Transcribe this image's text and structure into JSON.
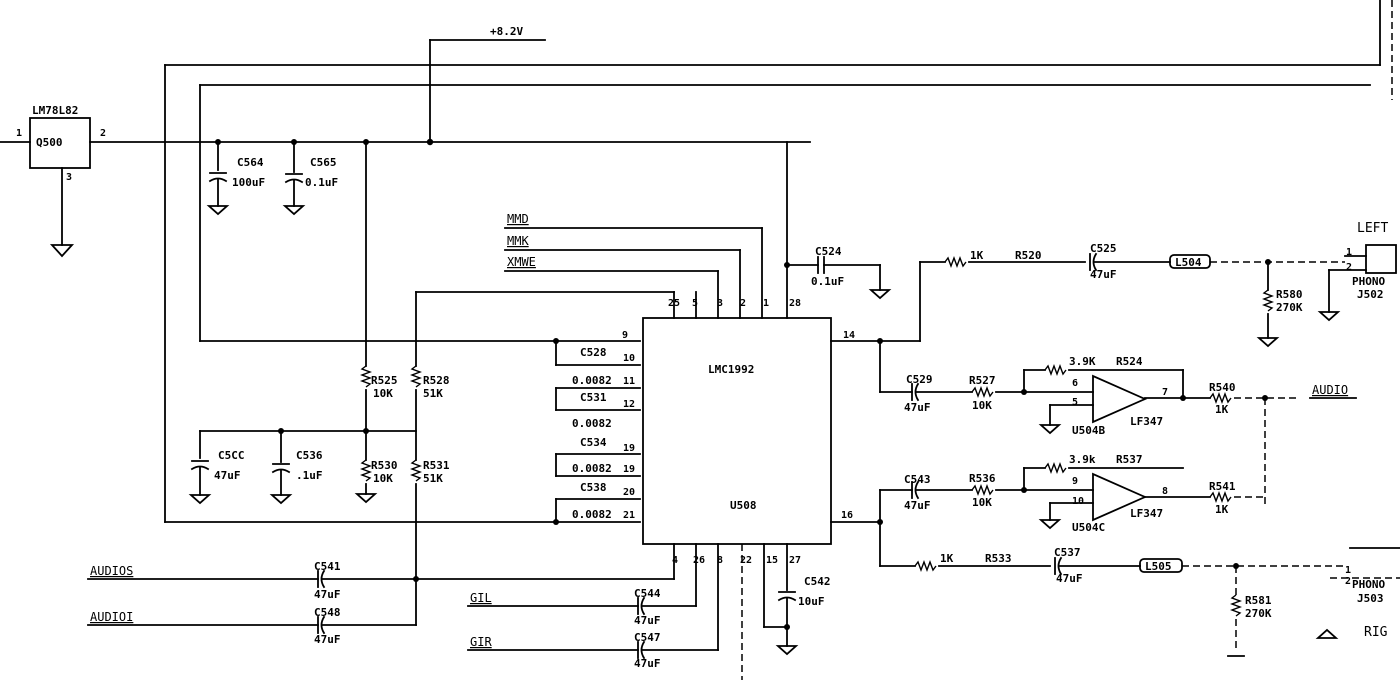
{
  "regulator": {
    "ref": "Q500",
    "part": "LM78L82",
    "pin_in": "1",
    "pin_out": "2",
    "pin_gnd": "3"
  },
  "supply_label": "+8.2V",
  "ic_main": {
    "part": "LMC1992",
    "ref": "U508"
  },
  "ic_pins": {
    "p25": "25",
    "p5": "5",
    "p3": "3",
    "p2": "2",
    "p1": "1",
    "p28": "28",
    "p9": "9",
    "p10": "10",
    "p11": "11",
    "p12": "12",
    "p19_upper": "19",
    "p19": "19",
    "p20": "20",
    "p21": "21",
    "p14": "14",
    "p16": "16",
    "p4": "4",
    "p26": "26",
    "p8": "8",
    "p22": "22",
    "p15": "15",
    "p27": "27"
  },
  "inputs": {
    "mmd": "MMD",
    "mmk": "MMK",
    "xmwe": "XMWE",
    "audio_s": "AUDIOS",
    "audio_i": "AUDIOI",
    "gil": "GIL",
    "gir": "GIR"
  },
  "components": {
    "c564": {
      "ref": "C564",
      "value": "100uF"
    },
    "c565": {
      "ref": "C565",
      "value": "0.1uF"
    },
    "c524": {
      "ref": "C524",
      "value": "0.1uF"
    },
    "c525": {
      "ref": "C525",
      "value": "47uF"
    },
    "c528": {
      "ref": "C528",
      "value": "0.0082"
    },
    "c531": {
      "ref": "C531",
      "value": "0.0082"
    },
    "c534": {
      "ref": "C534",
      "value": "0.0082"
    },
    "c538": {
      "ref": "C538",
      "value": "0.0082"
    },
    "c529": {
      "ref": "C529",
      "value": "47uF"
    },
    "c543": {
      "ref": "C543",
      "value": "47uF"
    },
    "c5cc": {
      "ref": "C5CC",
      "value": "47uF"
    },
    "c536": {
      "ref": "C536",
      "value": ".1uF"
    },
    "c541": {
      "ref": "C541",
      "value": "47uF"
    },
    "c548": {
      "ref": "C548",
      "value": "47uF"
    },
    "c544": {
      "ref": "C544",
      "value": "47uF"
    },
    "c547": {
      "ref": "C547",
      "value": "47uF"
    },
    "c542": {
      "ref": "C542",
      "value": "10uF"
    },
    "c537": {
      "ref": "C537",
      "value": "47uF"
    },
    "r525": {
      "ref": "R525",
      "value": "10K"
    },
    "r528": {
      "ref": "R528",
      "value": "51K"
    },
    "r530": {
      "ref": "R530",
      "value": "10K"
    },
    "r531": {
      "ref": "R531",
      "value": "51K"
    },
    "r520": {
      "ref": "R520",
      "value": "1K"
    },
    "r580": {
      "ref": "R580",
      "value": "270K"
    },
    "r527": {
      "ref": "R527",
      "value": "10K"
    },
    "r524": {
      "ref": "R524",
      "value": "3.9K"
    },
    "r540": {
      "ref": "R540",
      "value": "1K"
    },
    "r536": {
      "ref": "R536",
      "value": "10K"
    },
    "r537": {
      "ref": "R537",
      "value": "3.9k"
    },
    "r541": {
      "ref": "R541",
      "value": "1K"
    },
    "r533": {
      "ref": "R533",
      "value": "1K"
    },
    "r581": {
      "ref": "R581",
      "value": "270K"
    },
    "l504": {
      "ref": "L504"
    },
    "l505": {
      "ref": "L505"
    }
  },
  "opamps": {
    "u504b": {
      "ref": "U504B",
      "part": "LF347",
      "pin_a": "6",
      "pin_b": "5",
      "pin_out": "7"
    },
    "u504c": {
      "ref": "U504C",
      "part": "LF347",
      "pin_a": "9",
      "pin_b": "10",
      "pin_out": "8"
    }
  },
  "jacks": {
    "j502": {
      "ref": "J502",
      "type": "PHONO",
      "label": "LEFT",
      "pin1": "1",
      "pin2": "2"
    },
    "j503": {
      "ref": "J503",
      "type": "PHONO",
      "label": "RIG",
      "pin1": "1",
      "pin2": "2"
    }
  },
  "output_label": "AUDIO"
}
